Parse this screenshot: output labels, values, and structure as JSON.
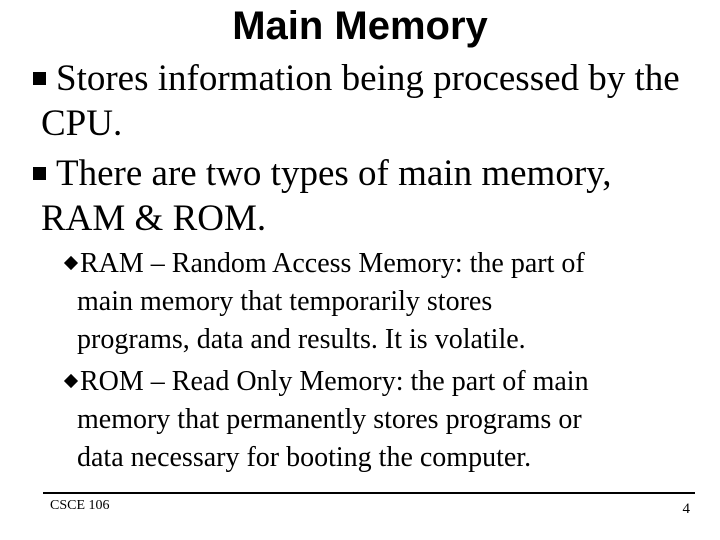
{
  "slide": {
    "title": "Main Memory",
    "colors": {
      "background": "#ffffff",
      "text": "#000000",
      "bullet": "#000000"
    },
    "bullets": [
      {
        "level": 1,
        "marker": "square",
        "lines": [
          "Stores information being processed by the",
          "CPU."
        ]
      },
      {
        "level": 1,
        "marker": "square",
        "lines": [
          "There are two types of main memory,",
          "RAM & ROM."
        ]
      },
      {
        "level": 2,
        "marker": "diamond",
        "lines": [
          "RAM – Random Access Memory: the part of",
          "main memory that temporarily stores",
          "programs, data and results. It is volatile."
        ]
      },
      {
        "level": 2,
        "marker": "diamond",
        "lines": [
          "ROM – Read Only Memory: the part of main",
          "memory that permanently stores programs or",
          "data necessary for booting the computer."
        ]
      }
    ],
    "footer": {
      "course": "CSCE 106",
      "page": "4"
    }
  }
}
